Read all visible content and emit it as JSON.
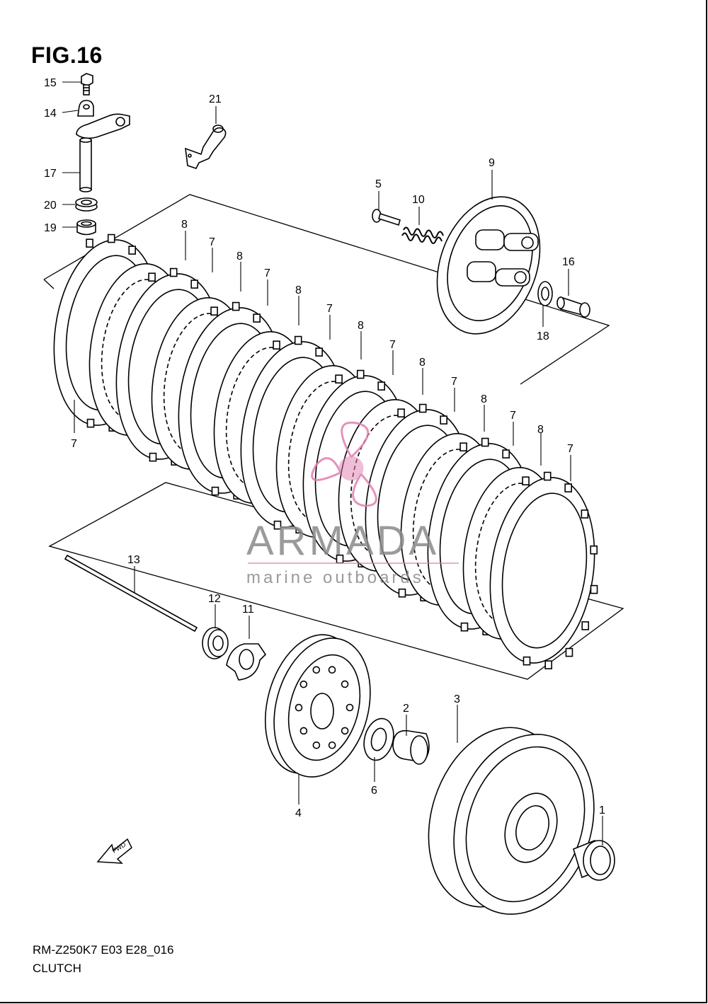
{
  "figure": {
    "title": "FIG.16",
    "model_code": "RM-Z250K7 E03 E28_016",
    "section_name": "CLUTCH"
  },
  "callouts": {
    "c1": "1",
    "c2": "2",
    "c3": "3",
    "c4": "4",
    "c5": "5",
    "c6": "6",
    "c7_a": "7",
    "c7_b": "7",
    "c7_c": "7",
    "c7_d": "7",
    "c7_e": "7",
    "c7_f": "7",
    "c7_g": "7",
    "c7_h": "7",
    "c8_a": "8",
    "c8_b": "8",
    "c8_c": "8",
    "c8_d": "8",
    "c8_e": "8",
    "c8_f": "8",
    "c8_g": "8",
    "c9": "9",
    "c10": "10",
    "c11": "11",
    "c12": "12",
    "c13": "13",
    "c14": "14",
    "c15": "15",
    "c16": "16",
    "c17": "17",
    "c18": "18",
    "c19": "19",
    "c20": "20",
    "c21": "21"
  },
  "watermark": {
    "title": "ARMADA",
    "subtitle": "marine outboards",
    "accent_color": "#e07fb0",
    "text_color": "#8a8a8a"
  },
  "fwd_arrow": {
    "label": "FWD",
    "icon": "fwd-arrow-icon"
  }
}
